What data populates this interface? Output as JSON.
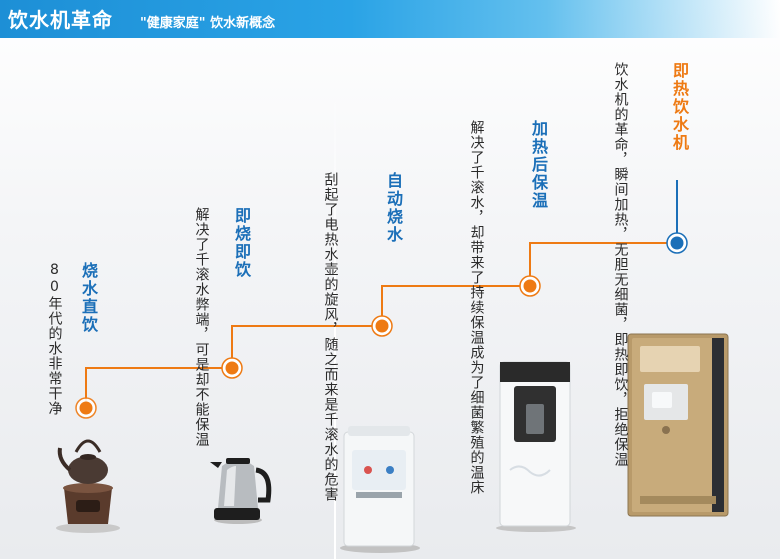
{
  "header": {
    "title": "饮水机革命",
    "subtitle": "\"健康家庭\" 饮水新概念"
  },
  "steps": [
    {
      "title": "烧水直饮",
      "desc_lines": [
        "80年代的水非",
        "常干净"
      ]
    },
    {
      "title": "即烧即饮",
      "desc_lines": [
        "解决了千滚水弊端，",
        "可是却不能保温"
      ]
    },
    {
      "title": "自动烧水",
      "desc_lines": [
        "刮起了电热水壶的",
        "旋风，随之而来是",
        "千滚水的危害"
      ]
    },
    {
      "title": "加热后保温",
      "desc_lines": [
        "解决了千滚水，却带",
        "来了持续保温成为了",
        "细菌繁殖的温床"
      ]
    },
    {
      "title": "即热饮水机",
      "desc_lines": [
        "饮水机的革命，瞬间加",
        "热，无胆无细菌，即热",
        "即饮，拒绝保温"
      ]
    }
  ],
  "colors": {
    "accent_orange": "#ee7a13",
    "accent_blue": "#1b6fb8",
    "header_blue": "#1d8fd6"
  },
  "icons": [
    "teapot-stove-icon",
    "electric-kettle-icon",
    "water-dispenser-icon",
    "standing-dispenser-icon",
    "instant-heater-icon"
  ]
}
